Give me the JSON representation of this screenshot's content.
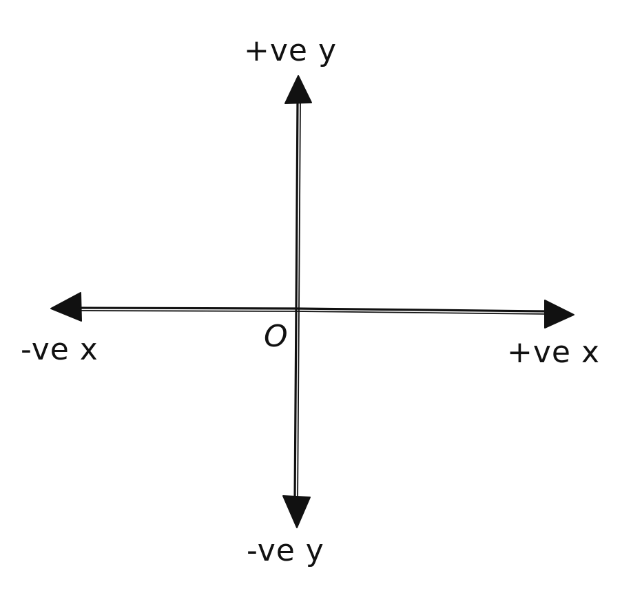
{
  "diagram": {
    "labels": {
      "pos_y": "+ve y",
      "neg_y": "-ve y",
      "pos_x": "+ve x",
      "neg_x": "-ve x",
      "origin": "O"
    },
    "colors": {
      "ink": "#111111",
      "background": "#ffffff"
    }
  }
}
